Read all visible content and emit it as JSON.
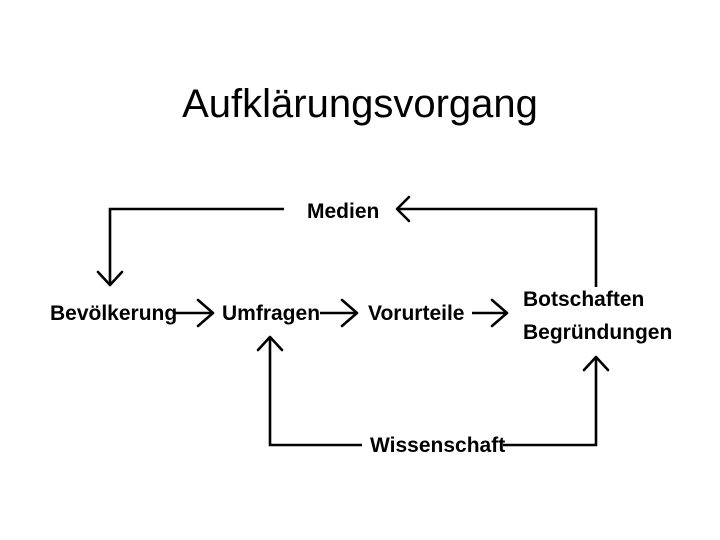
{
  "title": "Aufklärungsvorgang",
  "nodes": {
    "bevoelkerung": "Bevölkerung",
    "umfragen": "Umfragen",
    "vorurteile": "Vorurteile",
    "botschaften": "Botschaften",
    "begruendungen": "Begründungen",
    "medien": "Medien",
    "wissenschaft": "Wissenschaft"
  }
}
